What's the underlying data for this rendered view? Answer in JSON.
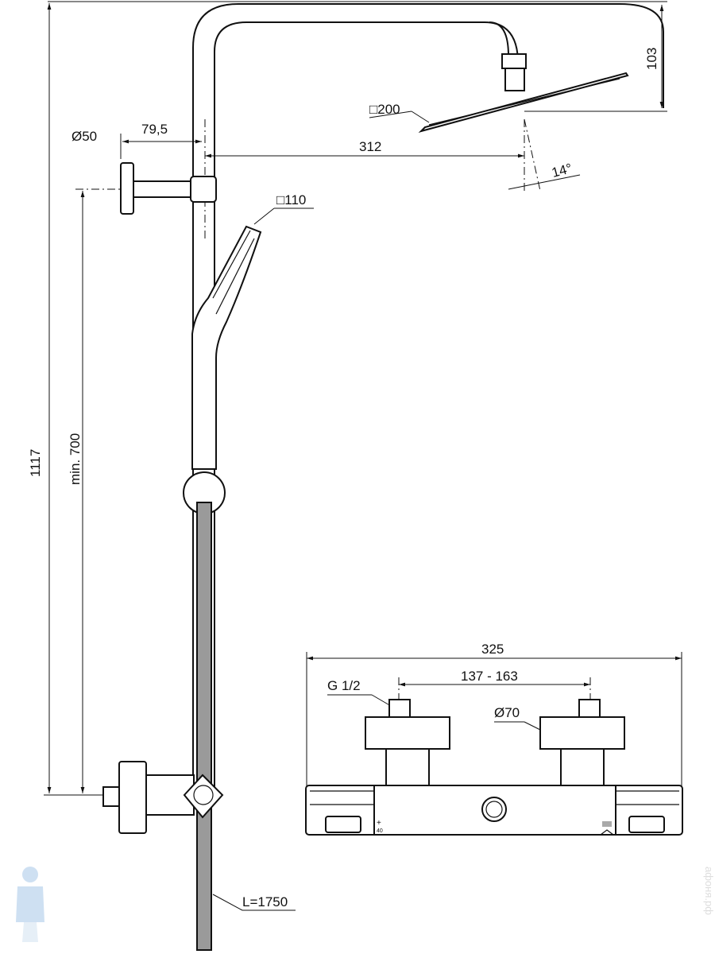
{
  "dimensions": {
    "wall_flange_diameter": "Ø50",
    "arm_offset": "79,5",
    "head_reach": "312",
    "head_size": "□200",
    "head_height": "103",
    "head_angle": "14°",
    "hand_shower_size": "□110",
    "total_height": "1117",
    "min_height": "min. 700",
    "hose_length": "L=1750",
    "mixer_width": "325",
    "inlet_spacing": "137 - 163",
    "thread": "G 1/2",
    "escutcheon_diameter": "Ø70"
  },
  "mixer_labels": {
    "plus": "+",
    "temp": "40"
  },
  "watermark": "афоня.рф"
}
